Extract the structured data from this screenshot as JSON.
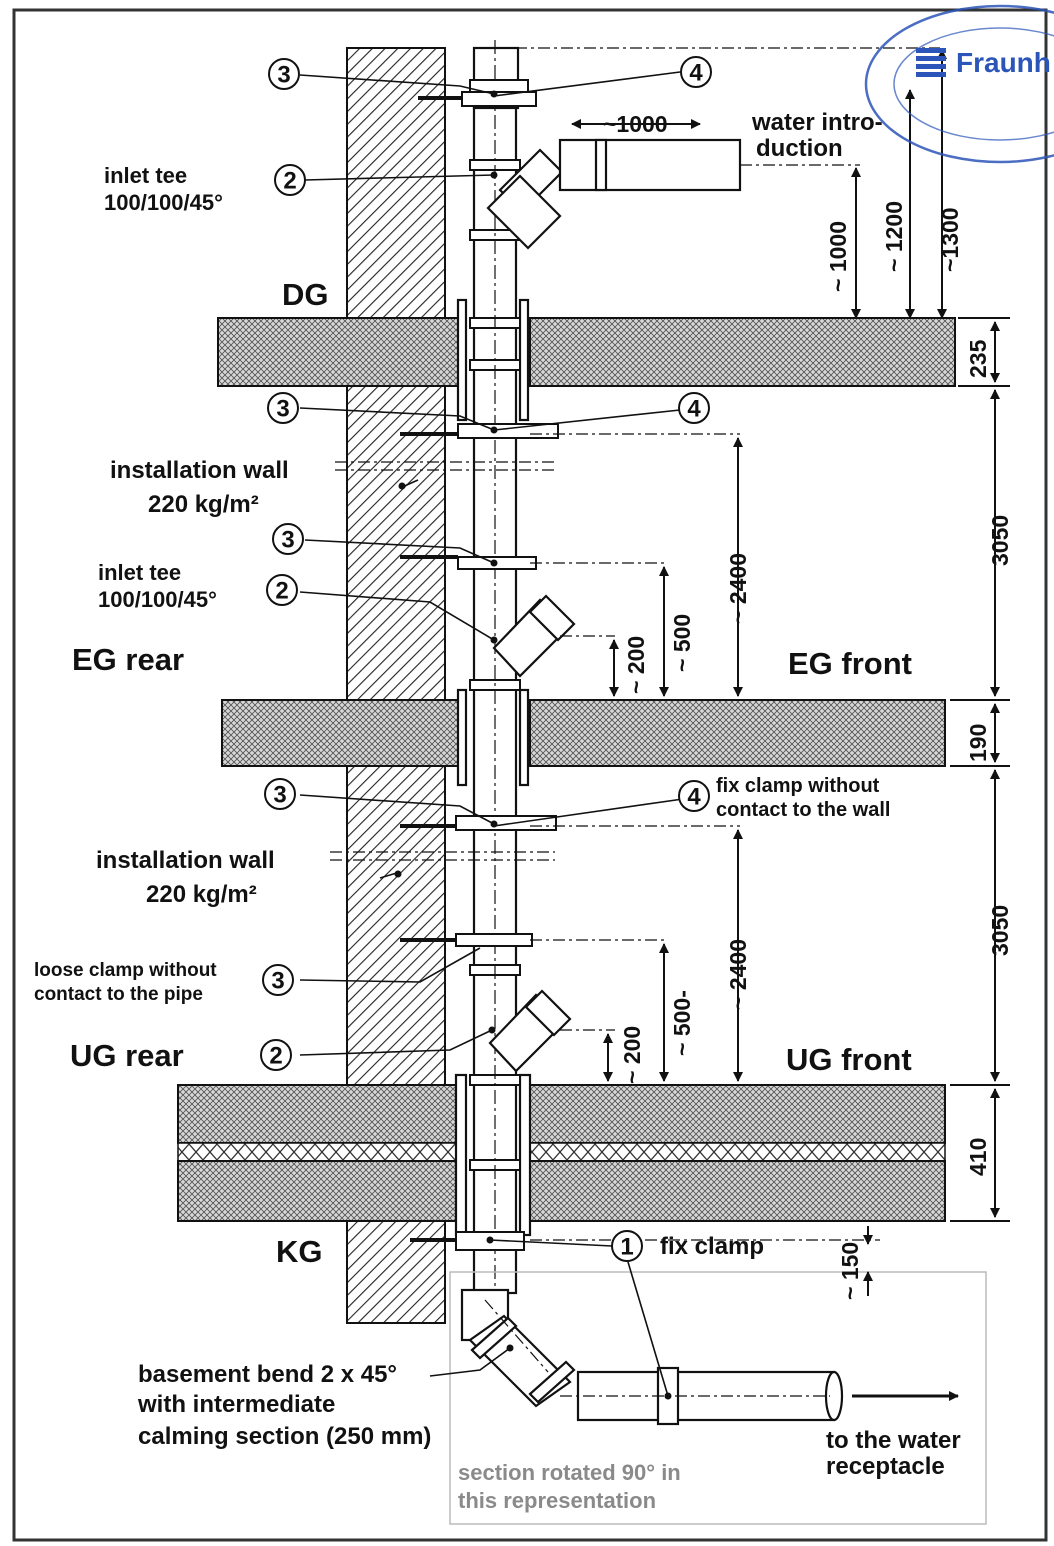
{
  "labels": {
    "inlet_tee_top_1": "inlet tee",
    "inlet_tee_top_2": "100/100/45°",
    "water_intro_1": "water intro-",
    "water_intro_2": "duction",
    "floor_dg": "DG",
    "install_wall_top_1": "installation wall",
    "install_wall_top_2": "220 kg/m²",
    "inlet_tee_mid_1": "inlet tee",
    "inlet_tee_mid_2": "100/100/45°",
    "eg_rear": "EG rear",
    "eg_front": "EG front",
    "fix_clamp_note_1": "fix clamp without",
    "fix_clamp_note_2": "contact to the wall",
    "install_wall_bot_1": "installation wall",
    "install_wall_bot_2": "220 kg/m²",
    "loose_clamp_1": "loose clamp without",
    "loose_clamp_2": "contact to the pipe",
    "ug_rear": "UG rear",
    "ug_front": "UG front",
    "floor_kg": "KG",
    "fix_clamp": "fix clamp",
    "bend_1": "basement bend 2 x 45°",
    "bend_2": "with intermediate",
    "bend_3": "calming section (250 mm)",
    "water_receptacle_1": "to the water",
    "water_receptacle_2": "receptacle",
    "rotated_1": "section rotated 90° in",
    "rotated_2": "this representation",
    "stamp_text": "Fraunh"
  },
  "dimensions": {
    "d_1000_horiz": "~1000",
    "d_1000_vert": "~ 1000",
    "d_1200": "~ 1200",
    "d_1300": "~1300",
    "d_235": "235",
    "d_3050_top": "3050",
    "d_2400_top": "~ 2400",
    "d_500_top": "~ 500",
    "d_200_top": "~ 200",
    "d_190": "190",
    "d_3050_bot": "3050",
    "d_2400_bot": "~ 2400",
    "d_500_bot": "~ 500-",
    "d_200_bot": "~ 200",
    "d_410": "410",
    "d_150": "~ 150"
  },
  "markers": {
    "m1": "1",
    "m2": "2",
    "m3": "3",
    "m4": "4"
  },
  "colors": {
    "ink": "#111111",
    "stamp_blue": "#2b55b8",
    "grey_text": "#8a8a8a"
  }
}
